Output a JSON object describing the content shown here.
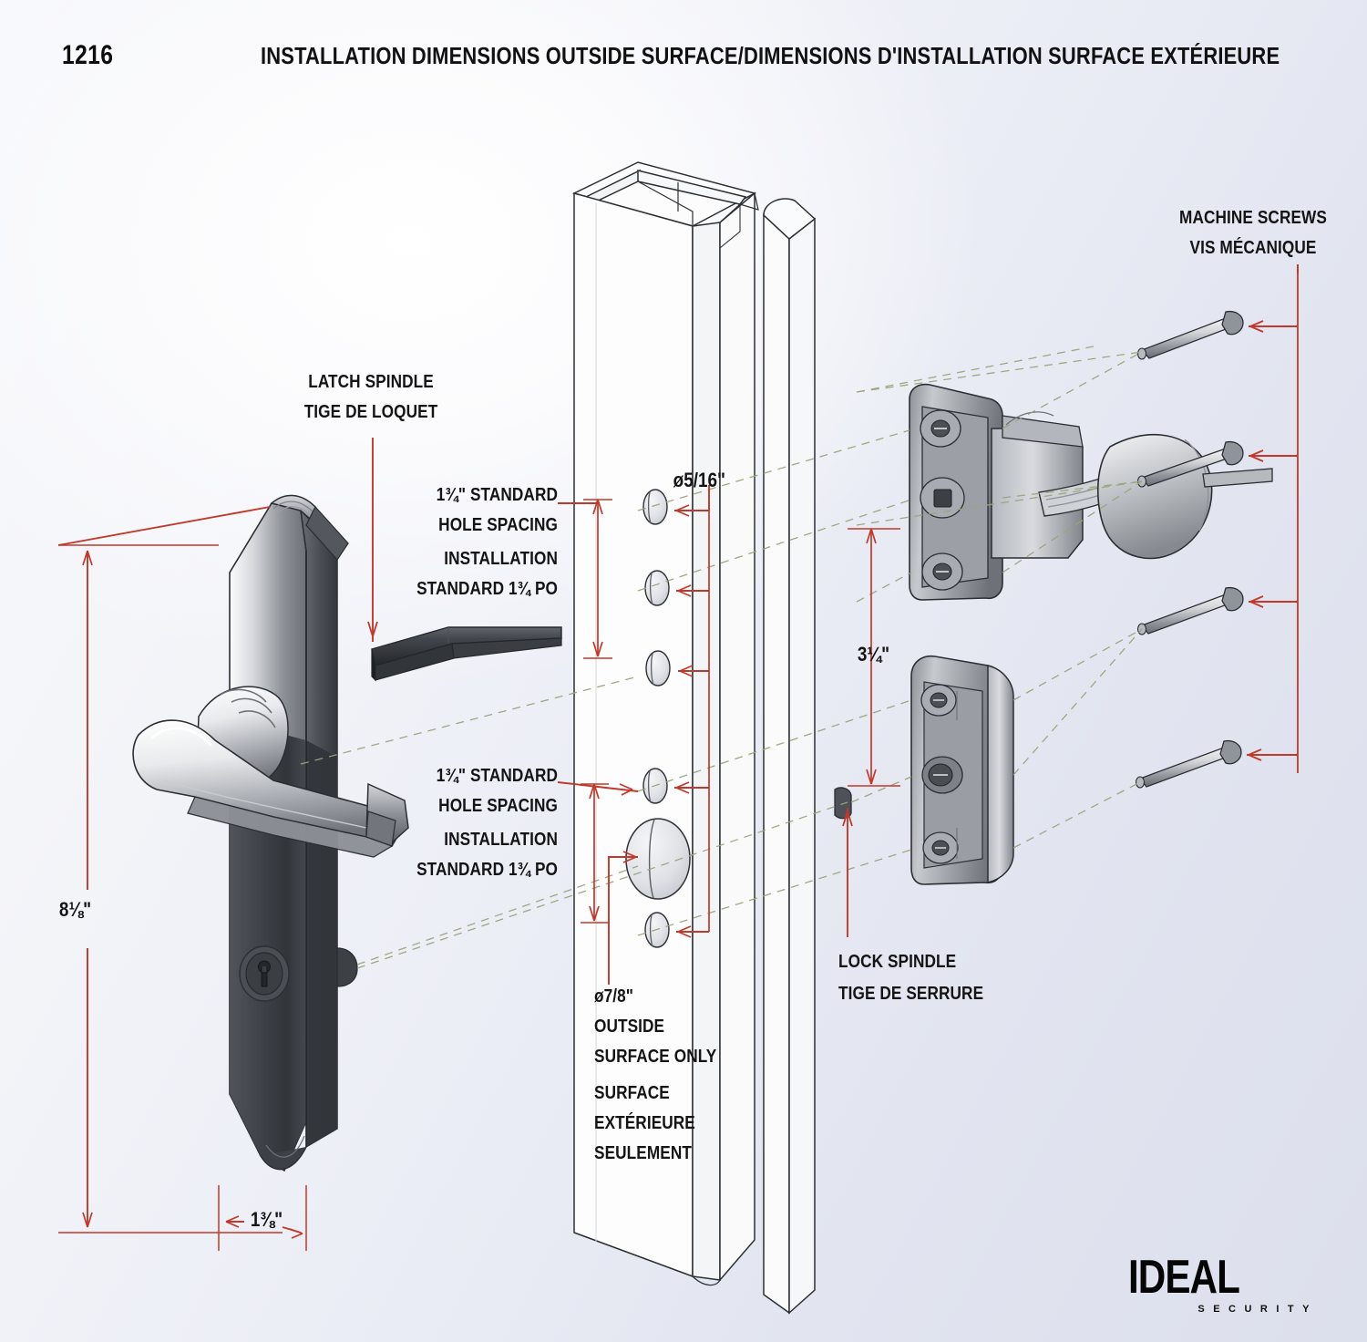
{
  "header": {
    "model_number": "1216",
    "title": "INSTALLATION DIMENSIONS OUTSIDE SURFACE/DIMENSIONS D'INSTALLATION SURFACE EXTÉRIEURE"
  },
  "labels": {
    "latch_spindle_en": "LATCH SPINDLE",
    "latch_spindle_fr": "TIGE DE LOQUET",
    "machine_screws_en": "MACHINE SCREWS",
    "machine_screws_fr": "VIS MÉCANIQUE",
    "lock_spindle_en": "LOCK SPINDLE",
    "lock_spindle_fr": "TIGE DE SERRURE",
    "hole_spacing_top": [
      "1¾\" STANDARD",
      "HOLE SPACING",
      "INSTALLATION",
      "STANDARD 1¾ PO"
    ],
    "hole_spacing_bottom": [
      "1¾\" STANDARD",
      "HOLE SPACING",
      "INSTALLATION",
      "STANDARD 1¾ PO"
    ],
    "bore_note": [
      "ø7/8\"",
      "OUTSIDE",
      "SURFACE ONLY",
      "SURFACE",
      "EXTÉRIEURE",
      "SEULEMENT"
    ]
  },
  "dimensions": {
    "overall_height": "8⅛\"",
    "plate_width": "1⅜\"",
    "screw_hole_dia": "ø5/16\"",
    "interior_spacing": "3¼\"",
    "bore_dia": "ø7/8\"",
    "hole_spacing_value": "1¾\""
  },
  "logo": {
    "brand": "IDEAL",
    "tagline": "SECURITY"
  },
  "colors": {
    "dimension_line": "#c0392b",
    "leader_line": "#b8443a",
    "alignment_line": "#8f9b6d",
    "text": "#141414",
    "background_light": "#f9fafc",
    "background_dark": "#dcdfec",
    "metal_light": "#fdfdfd",
    "metal_mid": "#b9bcc2",
    "metal_dark": "#3a3d42",
    "plate_dark": "#404449"
  },
  "parts": [
    {
      "name": "exterior-handle-plate",
      "side": "left"
    },
    {
      "name": "latch-spindle-bar",
      "side": "left-center"
    },
    {
      "name": "door-stile",
      "side": "center"
    },
    {
      "name": "interior-lever-assembly",
      "side": "right-top"
    },
    {
      "name": "interior-lock-body",
      "side": "right-bottom"
    },
    {
      "name": "machine-screw",
      "count": 4,
      "side": "far-right"
    }
  ]
}
